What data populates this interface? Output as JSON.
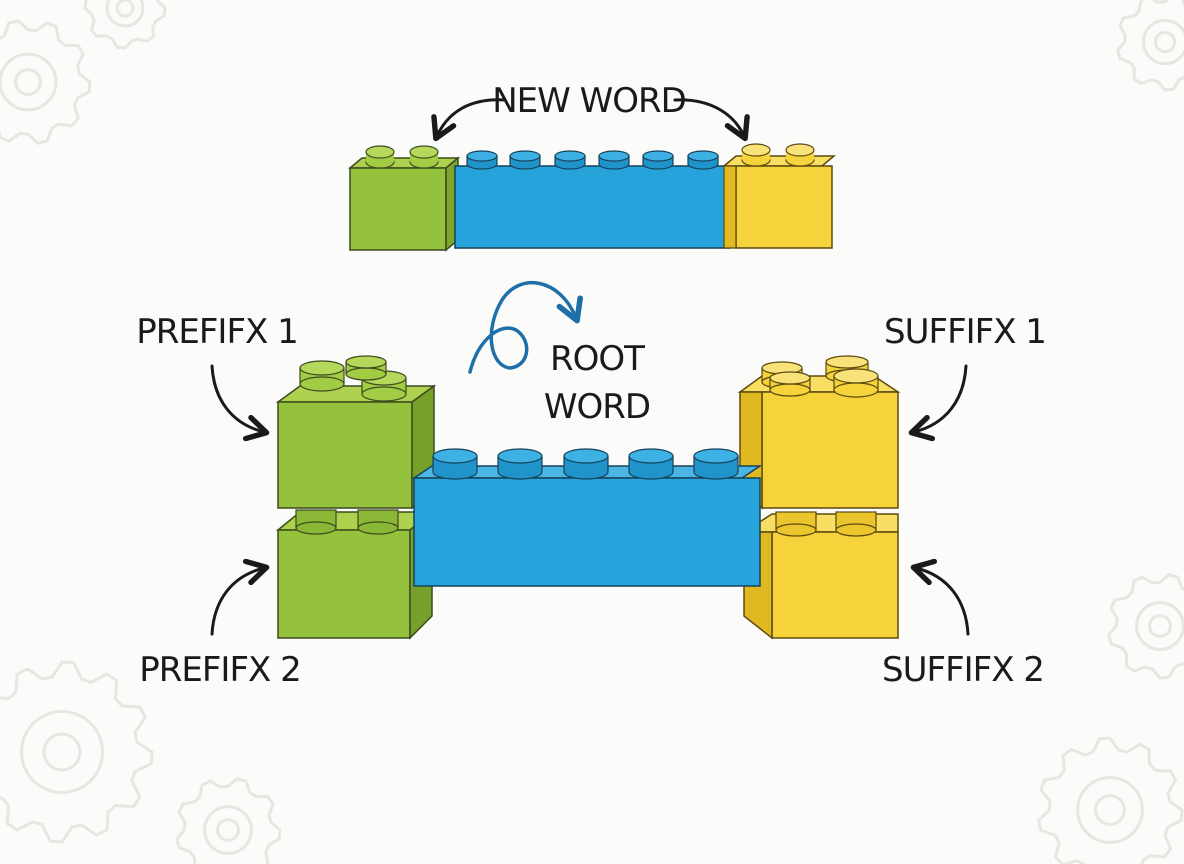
{
  "labels": {
    "new_word": "NEW WORD",
    "prefix_1": "PREFIFX 1",
    "prefix_2": "PREFIFX 2",
    "suffix_1": "SUFFIFX 1",
    "suffix_2": "SUFFIFX 2",
    "root_word_line1": "ROOT",
    "root_word_line2": "WORD"
  },
  "colors": {
    "prefix_green": "#95c23d",
    "root_blue": "#27a3dc",
    "suffix_yellow": "#f6d33a",
    "outline": "#3d4a1e",
    "arrow": "#1a1a1a",
    "swirl_arrow": "#1e6fa8",
    "background_gears": "#e6e6e3"
  },
  "icons": {
    "background": "gear-icon",
    "blocks": "lego-brick-icon",
    "pointers": "curved-arrow-icon"
  }
}
